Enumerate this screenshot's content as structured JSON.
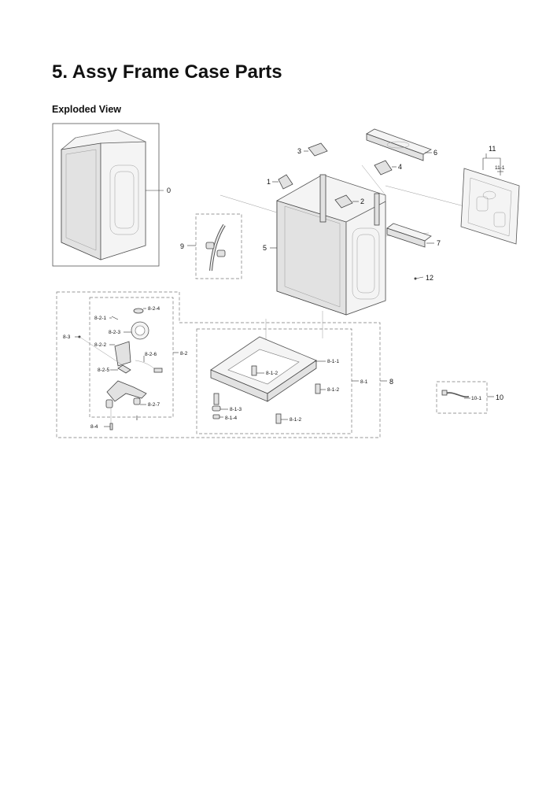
{
  "page": {
    "title": "5.  Assy Frame Case Parts",
    "section": "Exploded View"
  },
  "callouts": {
    "c0": "0",
    "c1": "1",
    "c2": "2",
    "c3": "3",
    "c4": "4",
    "c5": "5",
    "c6": "6",
    "c7": "7",
    "c8": "8",
    "c9": "9",
    "c10": "10",
    "c11": "11",
    "c11_1": "11-1",
    "c12": "12",
    "c8_1": "8-1",
    "c8_1_1": "8-1-1",
    "c8_1_2a": "8-1-2",
    "c8_1_2b": "8-1-2",
    "c8_1_2c": "8-1-2",
    "c8_1_3": "8-1-3",
    "c8_1_4": "8-1-4",
    "c8_2": "8-2",
    "c8_2_1": "8-2-1",
    "c8_2_2": "8-2-2",
    "c8_2_3": "8-2-3",
    "c8_2_4": "8-2-4",
    "c8_2_5": "8-2-5",
    "c8_2_6": "8-2-6",
    "c8_2_7": "8-2-7",
    "c8_3": "8-3",
    "c8_4": "8-4",
    "c10_1": "10-1"
  }
}
